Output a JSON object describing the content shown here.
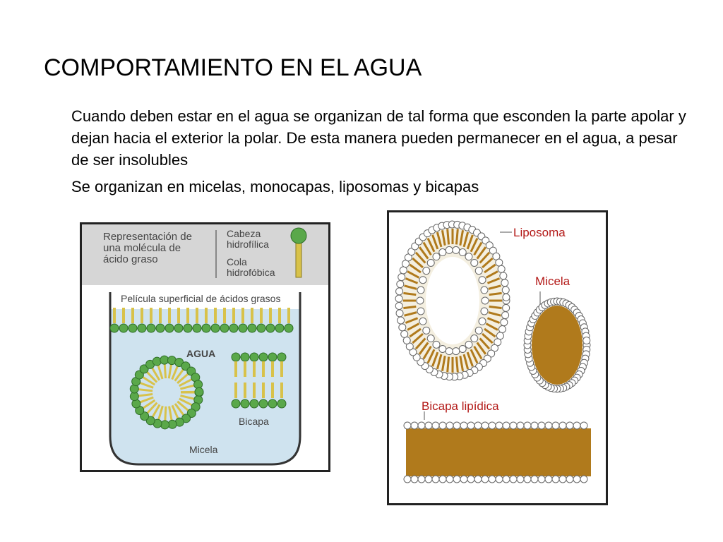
{
  "slide": {
    "title": "COMPORTAMIENTO EN EL AGUA",
    "paragraph_1": "Cuando deben estar en el agua se organizan de tal forma que esconden la parte apolar y dejan hacia el exterior la polar. De esta manera pueden permanecer en el agua, a pesar de ser insolubles",
    "paragraph_2": "Se organizan en micelas, monocapas, liposomas y bicapas"
  },
  "figure_left": {
    "header_text": "Representación de una molécula de ácido graso",
    "head_label": "Cabeza hidrofílica",
    "tail_label": "Cola hidrofóbica",
    "surface_label": "Película superficial de ácidos grasos",
    "water_label": "AGUA",
    "bilayer_label": "Bicapa",
    "micelle_label": "Micela",
    "colors": {
      "header_bg": "#d6d6d6",
      "water": "#cfe3ef",
      "head": "#5aa84a",
      "tail": "#d8c24a"
    }
  },
  "figure_right": {
    "liposome_label": "Liposoma",
    "micelle_label": "Micela",
    "bilayer_label": "Bicapa lipídica",
    "colors": {
      "label": "#b31917",
      "tail": "#b07a1c",
      "head_fill": "#ffffff"
    }
  }
}
